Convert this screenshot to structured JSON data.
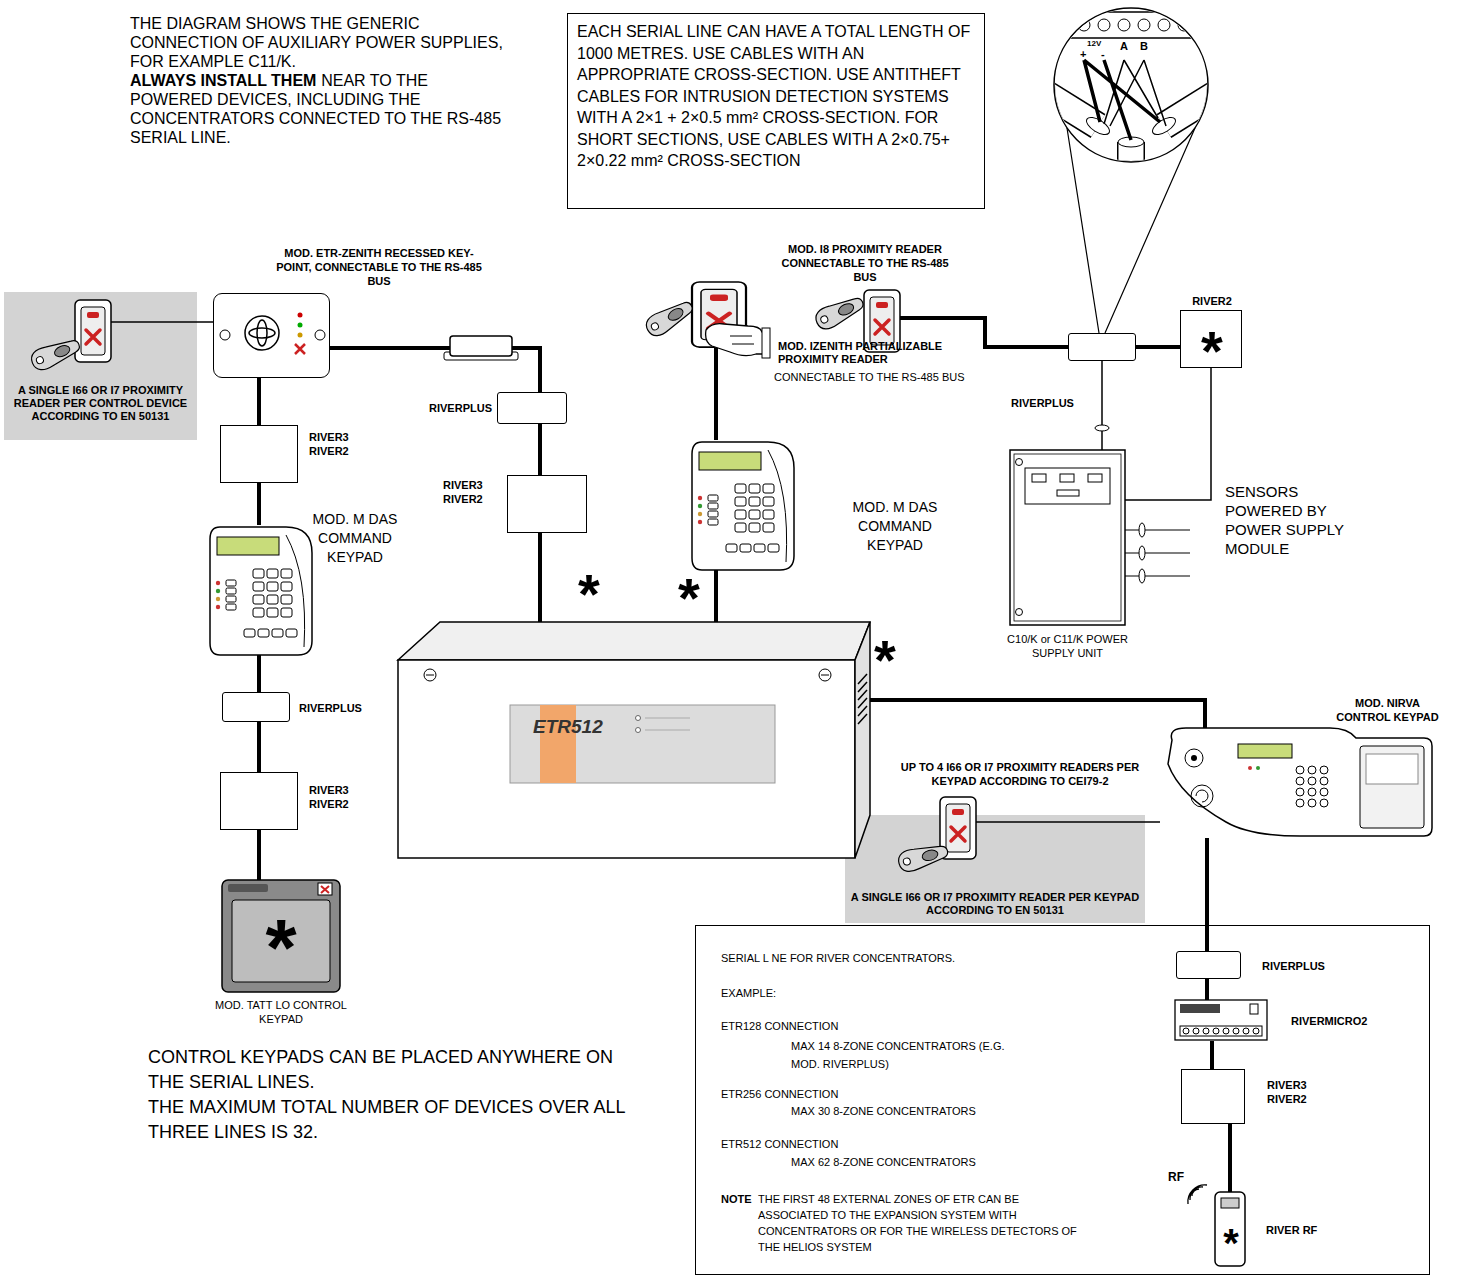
{
  "diagram": {
    "nodes": [
      {
        "text": [
          "EACH SERIAL LINE CAN HAVE A TOTAL LENGTH OF 1000 METRES. USE CABLES WITH AN APPROPRIATE CROSS-SECTION. USE ANTITHEFT CABLES FOR INTRUSION DETECTION SYSTEMS WITH A 2×1 + 2×0.5 mm² CROSS-SECTION. FOR SHORT SECTIONS, USE CABLES WITH A 2×0.75+ 2×0.22 mm² CROSS-SECTION"
        ]
      },
      {
        "text": [
          "A SINGLE I66 OR I7 PROXIMITY READER PER CONTROL DEVICE ACCORDING TO EN 50131"
        ]
      },
      {
        "text": [
          "MOD. ETR-ZENITH RECESSED KEY-POINT, CONNECTABLE TO THE RS-485 BUS"
        ]
      },
      {
        "text": [
          "MOD. I8 PROXIMITY READER CONNECTABLE TO THE RS-485 BUS"
        ]
      },
      {
        "text": [
          "MOD. IZENITH PARTIALIZABLE PROXIMITY READER",
          "CONNECTABLE TO THE RS-485 BUS"
        ]
      },
      {
        "text": [
          "RIVER2",
          "*"
        ]
      },
      {
        "text": [
          "RIVERPLUS"
        ]
      },
      {
        "text": [
          "RIVERPLUS"
        ]
      },
      {
        "text": [
          "RIVER3 RIVER2"
        ]
      },
      {
        "text": [
          "RIVER3 RIVER2"
        ]
      },
      {
        "text": [
          "MOD. M DAS COMMAND KEYPAD"
        ]
      },
      {
        "text": [
          "MOD. M DAS COMMAND KEYPAD"
        ]
      },
      {
        "text": [
          "C10/K or C11/K POWER SUPPLY UNIT"
        ]
      },
      {
        "text": [
          "ETR512"
        ]
      },
      {
        "text": [
          "RIVERPLUS"
        ]
      },
      {
        "text": [
          "MOD. NIRVA CONTROL KEYPAD"
        ]
      },
      {
        "text": [
          "A SINGLE I66 OR I7 PROXIMITY READER PER KEYPAD ACCORDING TO EN 50131"
        ]
      },
      {
        "text": [
          "RIVER3 RIVER2"
        ]
      },
      {
        "text": [
          "SERIAL L NE FOR RIVER CONCENTRATORS.",
          "EXAMPLE:",
          "ETR128 CONNECTION",
          "MAX 14 8-ZONE CONCENTRATORS (E.G. MOD. RIVERPLUS)",
          "ETR256 CONNECTION",
          "MAX 30 8-ZONE CONCENTRATORS",
          "ETR512 CONNECTION",
          "MAX 62 8-ZONE CONCENTRATORS",
          "NOTE",
          "THE FIRST 48 EXTERNAL ZONES OF ETR CAN BE ASSOCIATED TO THE EXPANSION SYSTEM WITH CONCENTRATORS OR FOR THE WIRELESS DETECTORS OF THE HELIOS SYSTEM"
        ]
      },
      {
        "text": [
          "RIVERPLUS"
        ],
        "in": 18
      },
      {
        "text": [
          "RIVERMICRO2"
        ],
        "in": 18
      },
      {
        "text": [
          "RIVER3 RIVER2"
        ],
        "in": 18
      },
      {
        "text": [
          "RIVER RF",
          "*"
        ],
        "in": 18
      },
      {
        "text": [
          "*",
          "MOD. TATT LO CONTROL KEYPAD"
        ]
      }
    ],
    "edges": [
      {
        "from": 1,
        "to": 2,
        "arrow": "none"
      },
      {
        "from": 2,
        "to": 8,
        "arrow": "none"
      },
      {
        "from": 8,
        "to": 10,
        "arrow": "none"
      },
      {
        "from": 10,
        "to": 14,
        "arrow": "none"
      },
      {
        "from": 14,
        "to": 17,
        "arrow": "none"
      },
      {
        "from": 17,
        "to": 23,
        "arrow": "none"
      },
      {
        "from": 2,
        "to": 7,
        "arrow": "none"
      },
      {
        "from": 7,
        "to": 9,
        "arrow": "none"
      },
      {
        "from": 9,
        "to": 13,
        "arrow": "none"
      },
      {
        "from": 4,
        "to": 11,
        "arrow": "none"
      },
      {
        "from": 11,
        "to": 13,
        "arrow": "none"
      },
      {
        "from": 3,
        "to": 6,
        "arrow": "none"
      },
      {
        "from": 6,
        "to": 5,
        "arrow": "none"
      },
      {
        "from": 6,
        "to": 12,
        "arrow": "none"
      },
      {
        "from": 5,
        "to": 12,
        "arrow": "none"
      },
      {
        "from": 13,
        "to": 15,
        "arrow": "none"
      },
      {
        "from": 16,
        "to": 15,
        "arrow": "none"
      },
      {
        "from": 15,
        "to": 19,
        "arrow": "none"
      },
      {
        "from": 19,
        "to": 20,
        "arrow": "none"
      },
      {
        "from": 20,
        "to": 21,
        "arrow": "none"
      },
      {
        "from": 21,
        "to": 22,
        "arrow": "none"
      }
    ],
    "labels": [
      "THE DIAGRAM SHOWS THE GENERIC CONNECTION OF AUXILIARY POWER SUPPLIES, FOR EXAMPLE C11/K.",
      "ALWAYS INSTALL THEM",
      "NEAR TO THE POWERED DEVICES, INCLUDING THE CONCENTRATORS CONNECTED TO THE RS-485 SERIAL LINE.",
      "12V",
      "+",
      "-",
      "A",
      "B",
      "SENSORS POWERED BY POWER SUPPLY MODULE",
      "*",
      "*",
      "*",
      "UP TO 4 I66 OR I7 PROXIMITY READERS PER KEYPAD ACCORDING TO CEI79-2",
      "RF",
      "CONTROL KEYPADS CAN BE PLACED ANYWHERE ON THE SERIAL LINES.",
      "THE MAXIMUM TOTAL NUMBER OF DEVICES OVER ALL THREE LINES IS 32."
    ]
  }
}
